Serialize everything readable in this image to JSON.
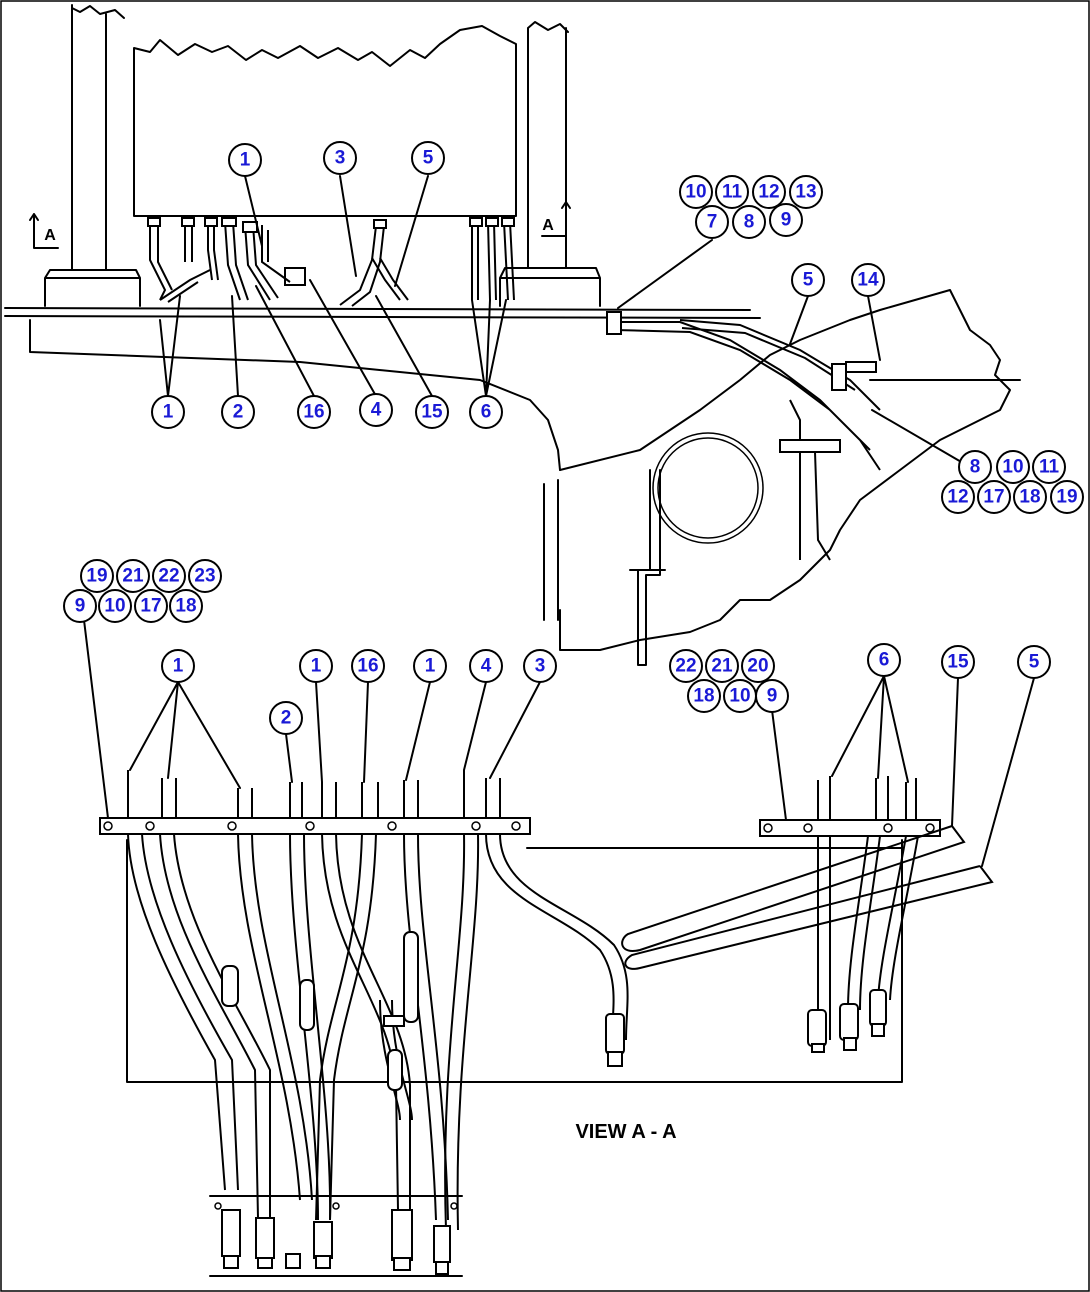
{
  "view_label": "VIEW A - A",
  "section_marker": "A",
  "callouts": {
    "top_1a": "1",
    "top_3": "3",
    "top_5a": "5",
    "top_10": "10",
    "top_11": "11",
    "top_12": "12",
    "top_13": "13",
    "top_7": "7",
    "top_8": "8",
    "top_9": "9",
    "top_5b": "5",
    "top_14": "14",
    "top_1b": "1",
    "top_2": "2",
    "top_16": "16",
    "top_4": "4",
    "top_15": "15",
    "top_6": "6",
    "right_8": "8",
    "right_10": "10",
    "right_11": "11",
    "right_12": "12",
    "right_17": "17",
    "right_18": "18",
    "right_19": "19",
    "left_19": "19",
    "left_21": "21",
    "left_22": "22",
    "left_23": "23",
    "left_9": "9",
    "left_10": "10",
    "left_17": "17",
    "left_18": "18",
    "va_1a": "1",
    "va_2": "2",
    "va_1b": "1",
    "va_16": "16",
    "va_1c": "1",
    "va_4": "4",
    "va_3": "3",
    "vr_22": "22",
    "vr_21": "21",
    "vr_20": "20",
    "vr_18": "18",
    "vr_10": "10",
    "vr_9": "9",
    "vr_6": "6",
    "vr_15": "15",
    "vr_5": "5"
  }
}
